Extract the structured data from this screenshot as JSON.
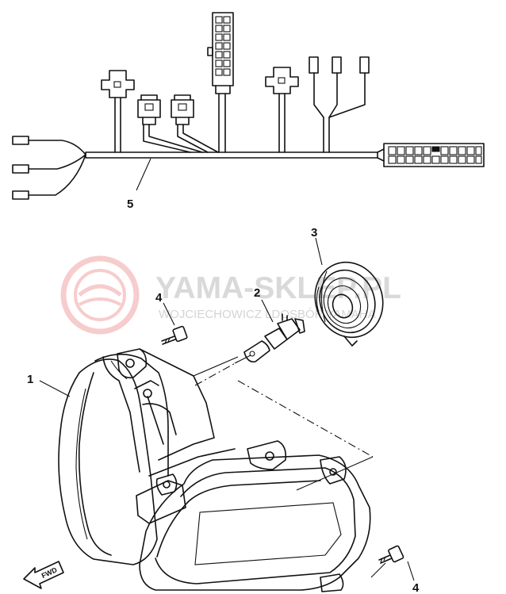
{
  "watermark": {
    "title": "YAMA-SKLEP.PL",
    "subtitle": "WOJCIECHOWICZ LDOSBÓR YAMAHA",
    "color": "#f2a3a3"
  },
  "callouts": {
    "c1": "1",
    "c2": "2",
    "c3": "3",
    "c4a": "4",
    "c4b": "4",
    "c5": "5"
  },
  "fwd_label": "FWD"
}
